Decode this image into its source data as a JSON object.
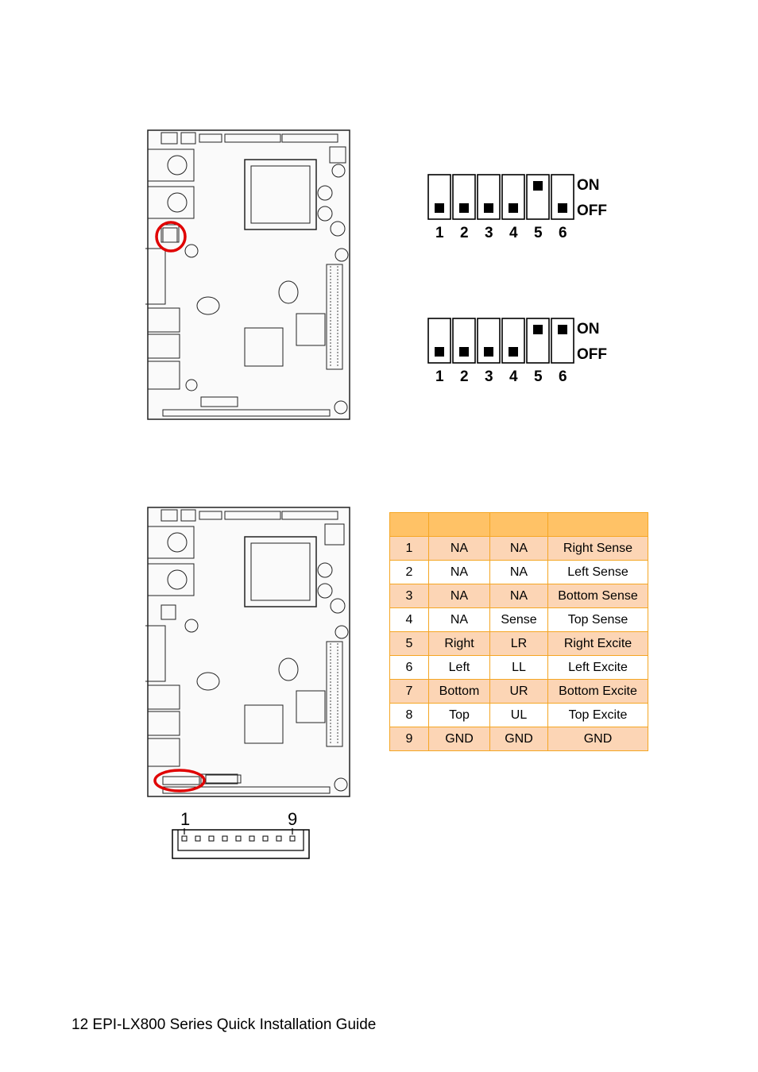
{
  "dip_switch_1": {
    "numbers": [
      "1",
      "2",
      "3",
      "4",
      "5",
      "6"
    ],
    "on_label": "ON",
    "off_label": "OFF",
    "states": [
      "off",
      "off",
      "off",
      "off",
      "on",
      "off"
    ]
  },
  "dip_switch_2": {
    "numbers": [
      "1",
      "2",
      "3",
      "4",
      "5",
      "6"
    ],
    "on_label": "ON",
    "off_label": "OFF",
    "states": [
      "off",
      "off",
      "off",
      "off",
      "on",
      "on"
    ]
  },
  "connector": {
    "left_pin": "1",
    "right_pin": "9"
  },
  "pin_table": {
    "header": [
      "",
      "",
      "",
      ""
    ],
    "rows": [
      [
        "1",
        "NA",
        "NA",
        "Right Sense"
      ],
      [
        "2",
        "NA",
        "NA",
        "Left Sense"
      ],
      [
        "3",
        "NA",
        "NA",
        "Bottom Sense"
      ],
      [
        "4",
        "NA",
        "Sense",
        "Top Sense"
      ],
      [
        "5",
        "Right",
        "LR",
        "Right Excite"
      ],
      [
        "6",
        "Left",
        "LL",
        "Left Excite"
      ],
      [
        "7",
        "Bottom",
        "UR",
        "Bottom Excite"
      ],
      [
        "8",
        "Top",
        "UL",
        "Top Excite"
      ],
      [
        "9",
        "GND",
        "GND",
        "GND"
      ]
    ]
  },
  "footer": {
    "text": "12 EPI-LX800 Series Quick Installation Guide"
  }
}
